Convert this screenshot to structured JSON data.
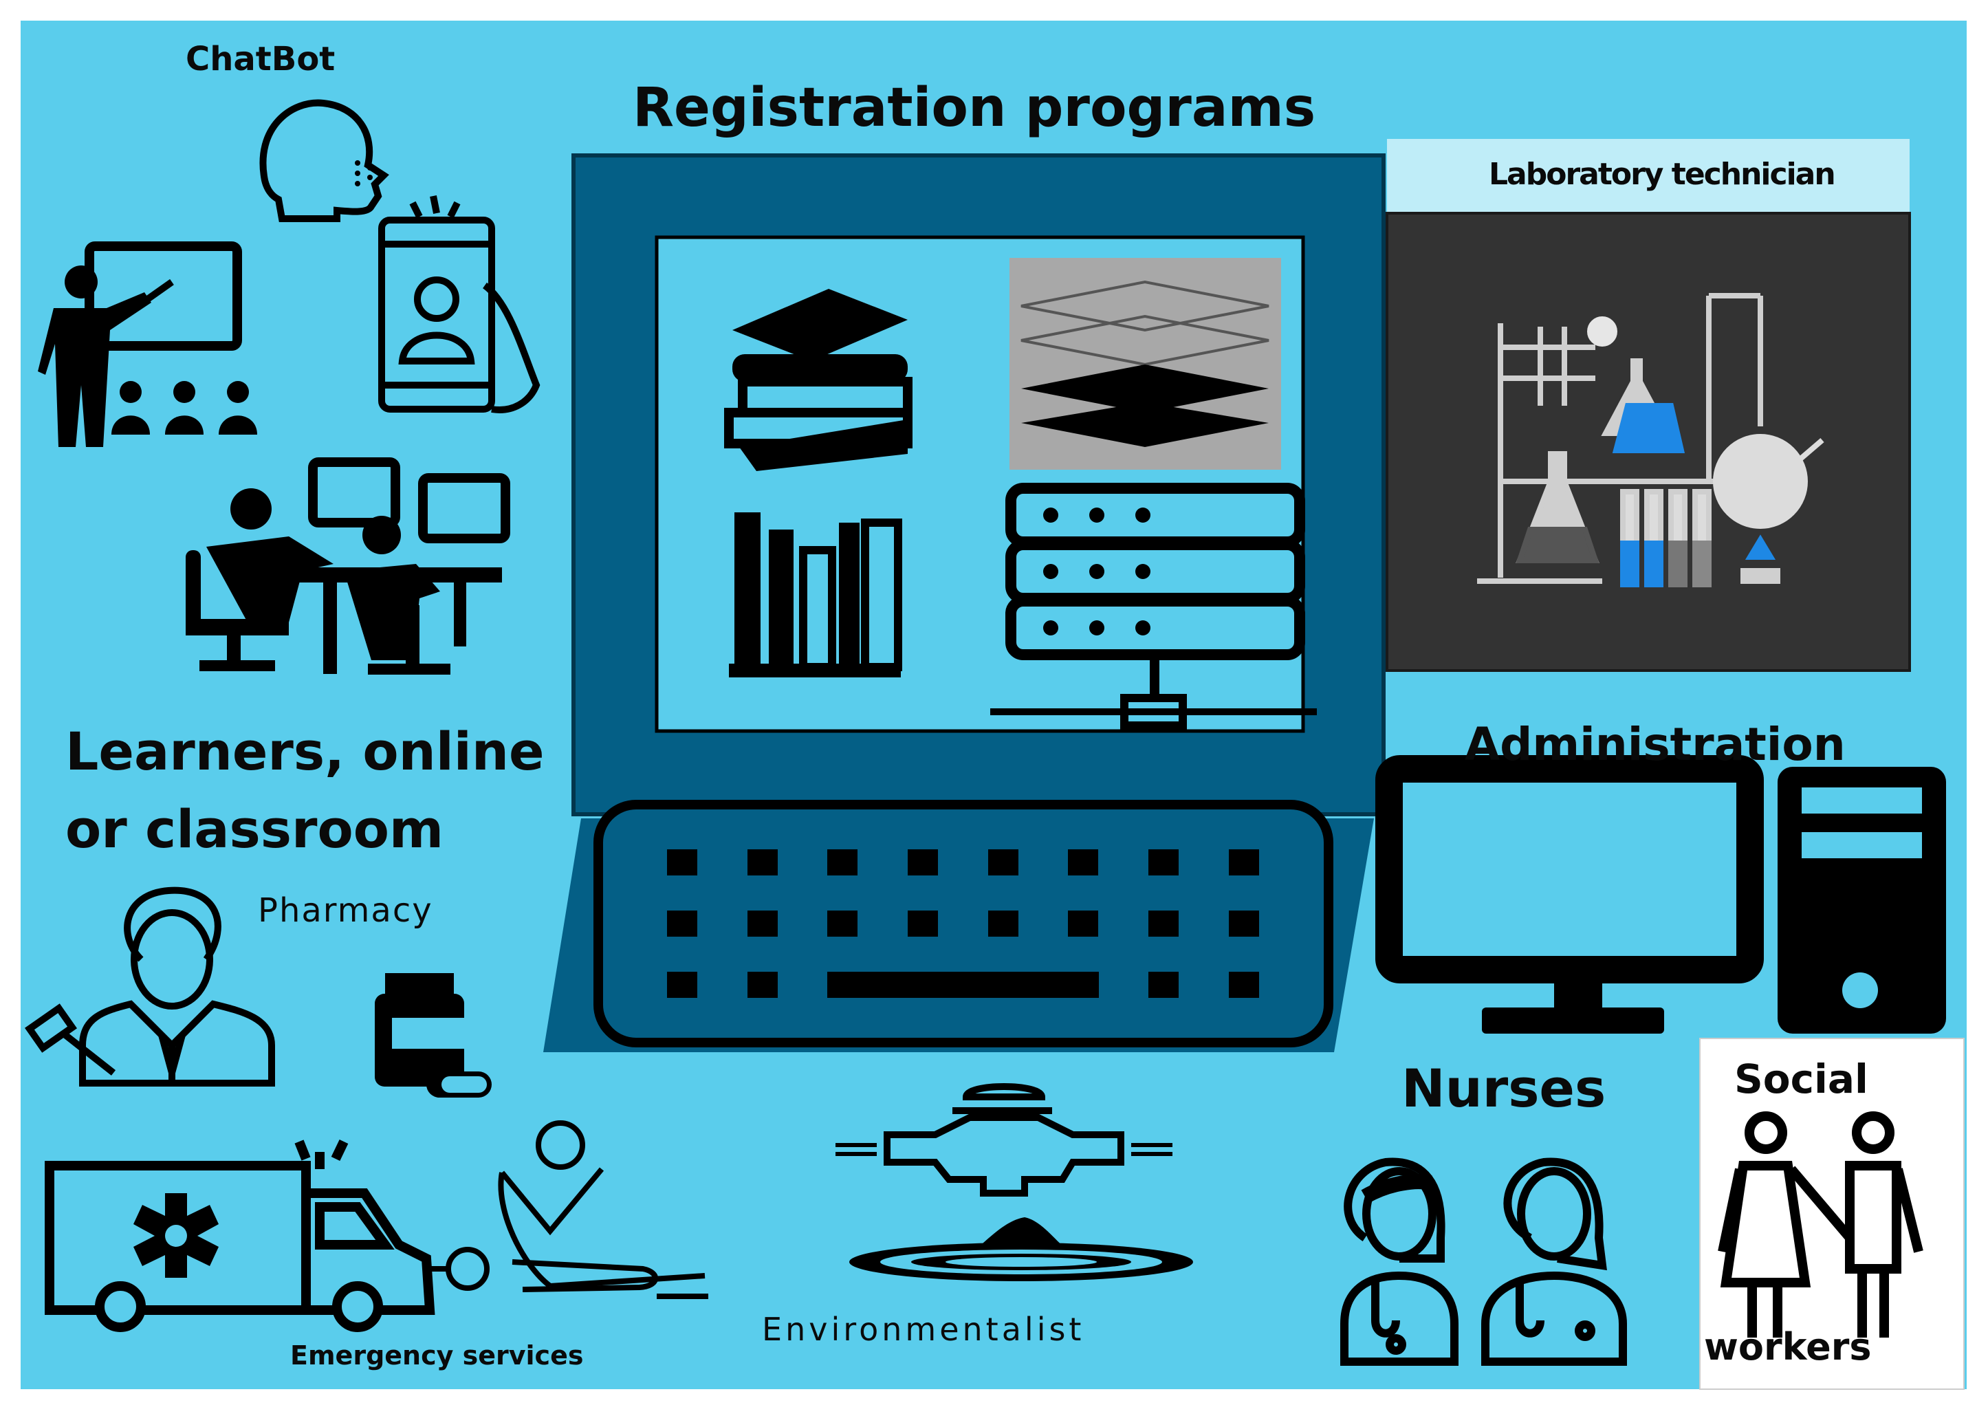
{
  "title": "Registration programs",
  "labels": {
    "chatbot": "ChatBot",
    "learners_line1": "Learners, online",
    "learners_line2": "or classroom",
    "pharmacy": "Pharmacy",
    "emergency": "Emergency services",
    "environmentalist": "Environmentalist",
    "lab_technician": "Laboratory technician",
    "administration": "Administration",
    "nurses": "Nurses",
    "social": "Social",
    "workers": "workers"
  },
  "colors": {
    "background": "#5ACDEC",
    "monitor_frame": "#045F86",
    "icon": "#000000",
    "lab_panel": "#333333",
    "lab_header": "#BFEDF8"
  }
}
